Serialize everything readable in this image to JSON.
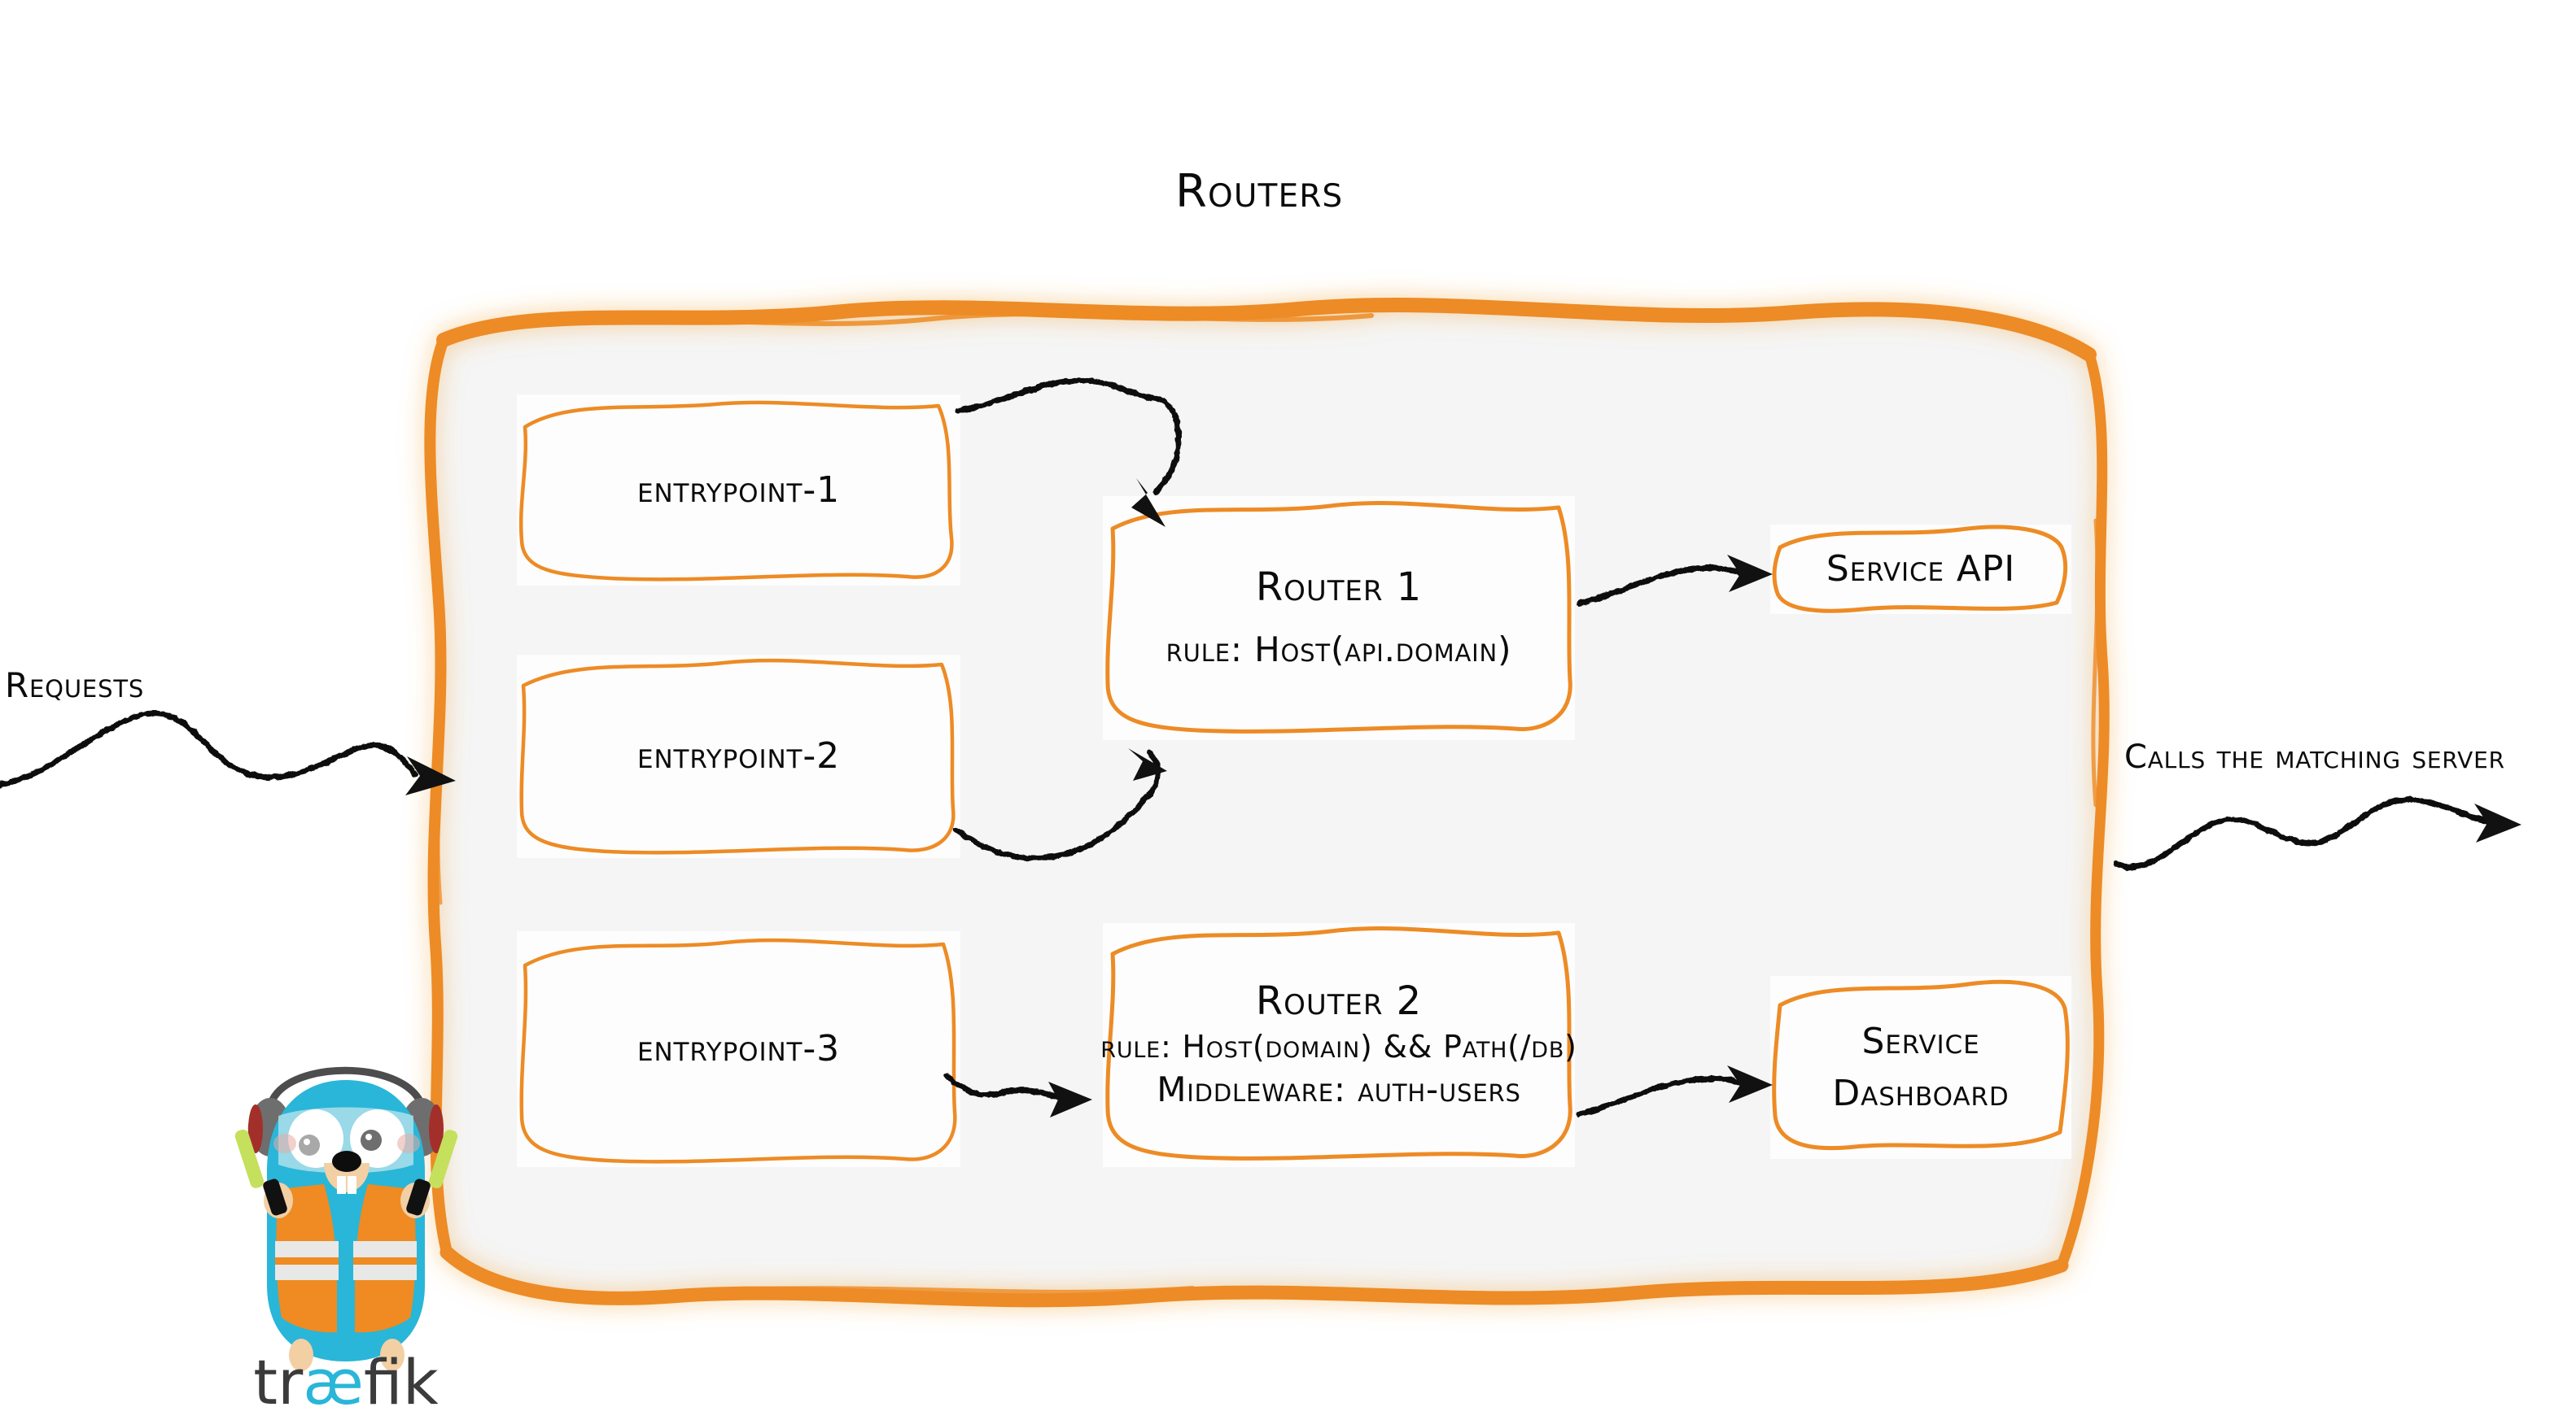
{
  "diagram": {
    "title": "Routers",
    "theme": {
      "brand_orange": "#ED8B25",
      "frame_fill": "#f5f5f5",
      "node_fill": "#fdfdfd",
      "ink": "#0b0b0b",
      "gopher_body": "#29B6D8",
      "gopher_vest": "#EF8B22",
      "gopher_stripe": "#E8E8E6",
      "wand_green": "#C5E05C",
      "wordmark_dark": "#3B3B3B",
      "wordmark_accent": "#29B6D8"
    },
    "edge_labels": {
      "requests": "Requests",
      "calls_matching_server": "Calls the matching server"
    },
    "entrypoints": [
      {
        "label": "entrypoint-1"
      },
      {
        "label": "entrypoint-2"
      },
      {
        "label": "entrypoint-3"
      }
    ],
    "routers": [
      {
        "title": "Router 1",
        "rule": "rule: Host(api.domain)",
        "middleware": ""
      },
      {
        "title": "Router 2",
        "rule": "rule: Host(domain) && Path(/db)",
        "middleware": "Middleware: auth-users"
      }
    ],
    "services": [
      {
        "label": "Service API",
        "line1": "Service API",
        "line2": ""
      },
      {
        "label": "Service Dashboard",
        "line1": "Service",
        "line2": "Dashboard"
      }
    ],
    "logo": {
      "wordmark_part1": "tr",
      "wordmark_part2": "æ",
      "wordmark_part3": "fik",
      "alt": "traefik-gopher-mascot"
    },
    "connections": [
      {
        "from": "entrypoint-1",
        "to": "Router 1"
      },
      {
        "from": "entrypoint-2",
        "to": "Router 1"
      },
      {
        "from": "entrypoint-3",
        "to": "Router 2"
      },
      {
        "from": "Router 1",
        "to": "Service API"
      },
      {
        "from": "Router 2",
        "to": "Service Dashboard"
      },
      {
        "from": "Requests",
        "to": "Routers"
      },
      {
        "from": "Routers",
        "to": "Calls the matching server"
      }
    ]
  }
}
